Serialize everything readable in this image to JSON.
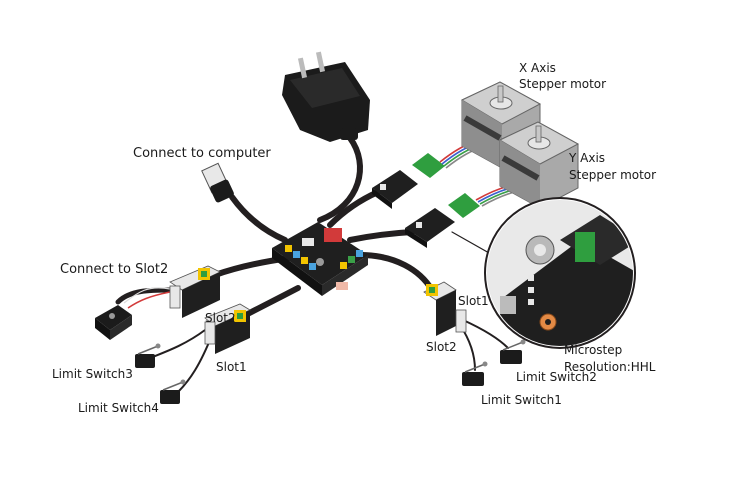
{
  "labels": {
    "connect_computer": "Connect to  computer",
    "connect_slot2": "Connect to  Slot2",
    "x_axis_line1": "X Axis",
    "x_axis_line2": "Stepper motor",
    "y_axis_line1": "Y Axis",
    "y_axis_line2": "Stepper motor",
    "left_slot2": "Slot2",
    "left_slot1": "Slot1",
    "right_slot1": "Slot1",
    "right_slot2": "Slot2",
    "limit_switch1": "Limit Switch1",
    "limit_switch2": "Limit Switch2",
    "limit_switch3": "Limit Switch3",
    "limit_switch4": "Limit Switch4",
    "microstep_line1": "Microstep",
    "microstep_line2": "Resolution:HHL"
  },
  "colors": {
    "cable": "#231f20",
    "board": "#1f1f1f",
    "module_yellow": "#f2c400",
    "driver_green": "#2f9e3f",
    "motor_body": "#a9a9a9",
    "ribbon_red": "#d23a3a",
    "ribbon_blue": "#3b5fcf",
    "ribbon_green": "#3aa048"
  },
  "icons": [
    "power-adapter-icon",
    "usb-plug-icon",
    "main-board-icon",
    "stepper-motor-icon",
    "driver-module-icon",
    "limit-switch-icon",
    "servo-icon",
    "magnifier-icon"
  ]
}
